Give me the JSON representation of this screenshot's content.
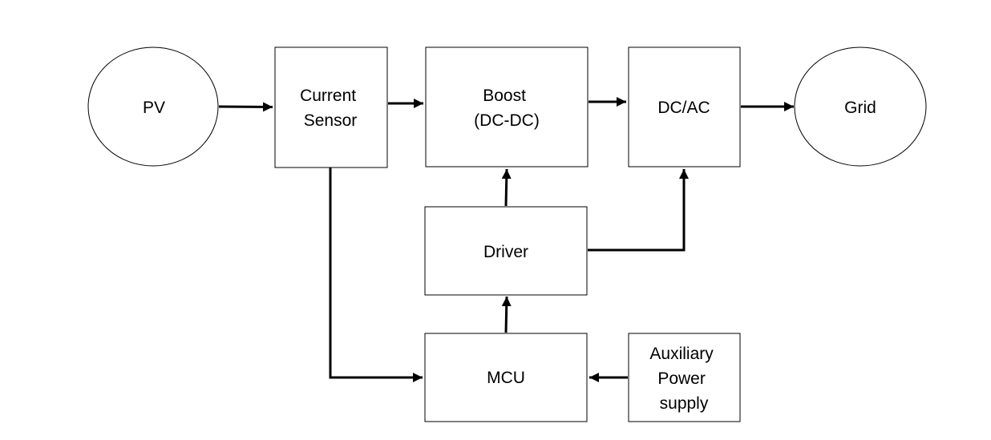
{
  "nodes": {
    "pv": {
      "lines": [
        "PV"
      ]
    },
    "current_sensor": {
      "lines": [
        "Current",
        "Sensor"
      ]
    },
    "boost": {
      "lines": [
        "Boost",
        "(DC-DC)"
      ]
    },
    "dcac": {
      "lines": [
        "DC/AC"
      ]
    },
    "grid": {
      "lines": [
        "Grid"
      ]
    },
    "driver": {
      "lines": [
        "Driver"
      ]
    },
    "mcu": {
      "lines": [
        "MCU"
      ]
    },
    "aux": {
      "lines": [
        "Auxiliary",
        "Power",
        "supply"
      ]
    }
  },
  "edges": [
    {
      "from": "pv",
      "to": "current_sensor"
    },
    {
      "from": "current_sensor",
      "to": "boost"
    },
    {
      "from": "boost",
      "to": "dcac"
    },
    {
      "from": "dcac",
      "to": "grid"
    },
    {
      "from": "current_sensor",
      "to": "mcu"
    },
    {
      "from": "mcu",
      "to": "driver"
    },
    {
      "from": "driver",
      "to": "boost"
    },
    {
      "from": "driver",
      "to": "dcac"
    },
    {
      "from": "aux",
      "to": "mcu"
    }
  ],
  "colors": {
    "stroke": "#000000",
    "fill": "#ffffff",
    "text": "#000000"
  }
}
